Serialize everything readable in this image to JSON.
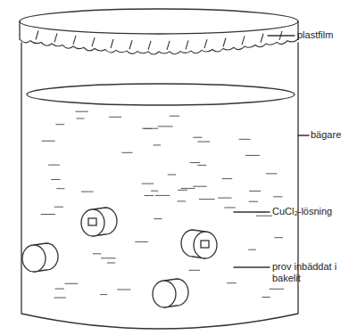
{
  "diagram": {
    "labels": [
      "plastfilm",
      "bägare",
      "CuCl₂-lösning",
      "prov inbäddat i bakelit"
    ]
  }
}
